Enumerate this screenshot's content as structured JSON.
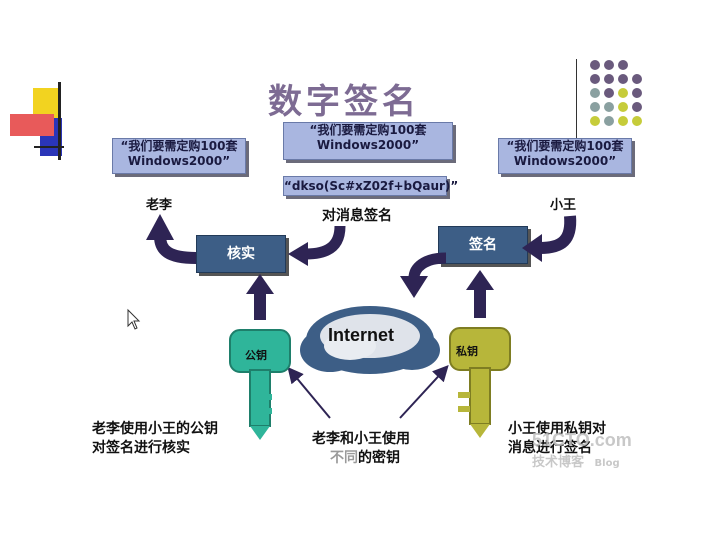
{
  "title": "数字签名",
  "messages": {
    "left": [
      "“我们要需定购100套",
      "Windows2000”"
    ],
    "center": [
      "“我们要需定购100套",
      "Windows2000”"
    ],
    "right": [
      "“我们要需定购100套",
      "Windows2000”"
    ],
    "digest": "“dkso(Sc#xZ02f+bQaur)”"
  },
  "labels": {
    "laoli": "老李",
    "xiaowang": "小王",
    "sign_message": "对消息签名",
    "verify": "核实",
    "sign": "签名",
    "internet": "Internet",
    "public_key": "公钥",
    "private_key": "私钥"
  },
  "captions": {
    "left": [
      "老李使用小王的公钥",
      "对签名进行核实"
    ],
    "center_line1": "老李和小王使用",
    "center_line2_grey": "不同",
    "center_line2_rest": "的密钥",
    "right": [
      "小王使用私钥对",
      "消息进行签名"
    ]
  },
  "watermark": {
    "domain": "51CTO.com",
    "blog": "技术博客",
    "blog_en": "Blog"
  },
  "colors": {
    "title": "#7d6b93",
    "message_box": "#a9b6e0",
    "dark_box": "#3d5e86",
    "arrow": "#2e2454",
    "public_key": "#2fb59a",
    "private_key": "#b7b63a",
    "cloud": "#3d5e86"
  }
}
